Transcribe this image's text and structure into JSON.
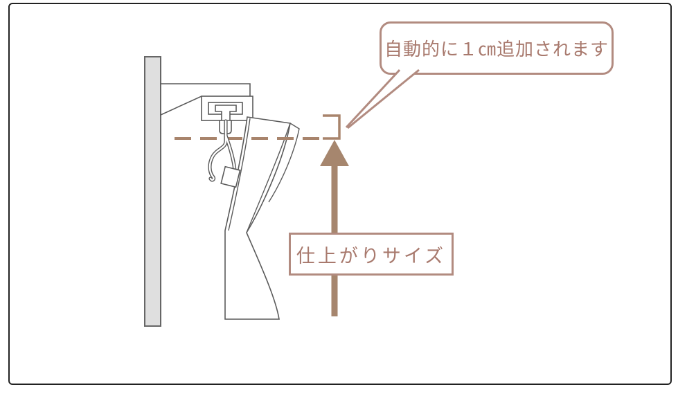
{
  "diagram": {
    "title_context": "curtain finished-size measurement diagram",
    "callout": {
      "text": "自動的に１㎝追加されます"
    },
    "label_box": {
      "text": "仕上がりサイズ"
    },
    "colors": {
      "accent_brown": "#a6846c",
      "callout_rose": "#b28b80",
      "text_rose": "#a8796d",
      "illustration_line": "#5a5a5a",
      "wall_fill": "#dfdfdf",
      "frame_border": "#222222"
    }
  }
}
